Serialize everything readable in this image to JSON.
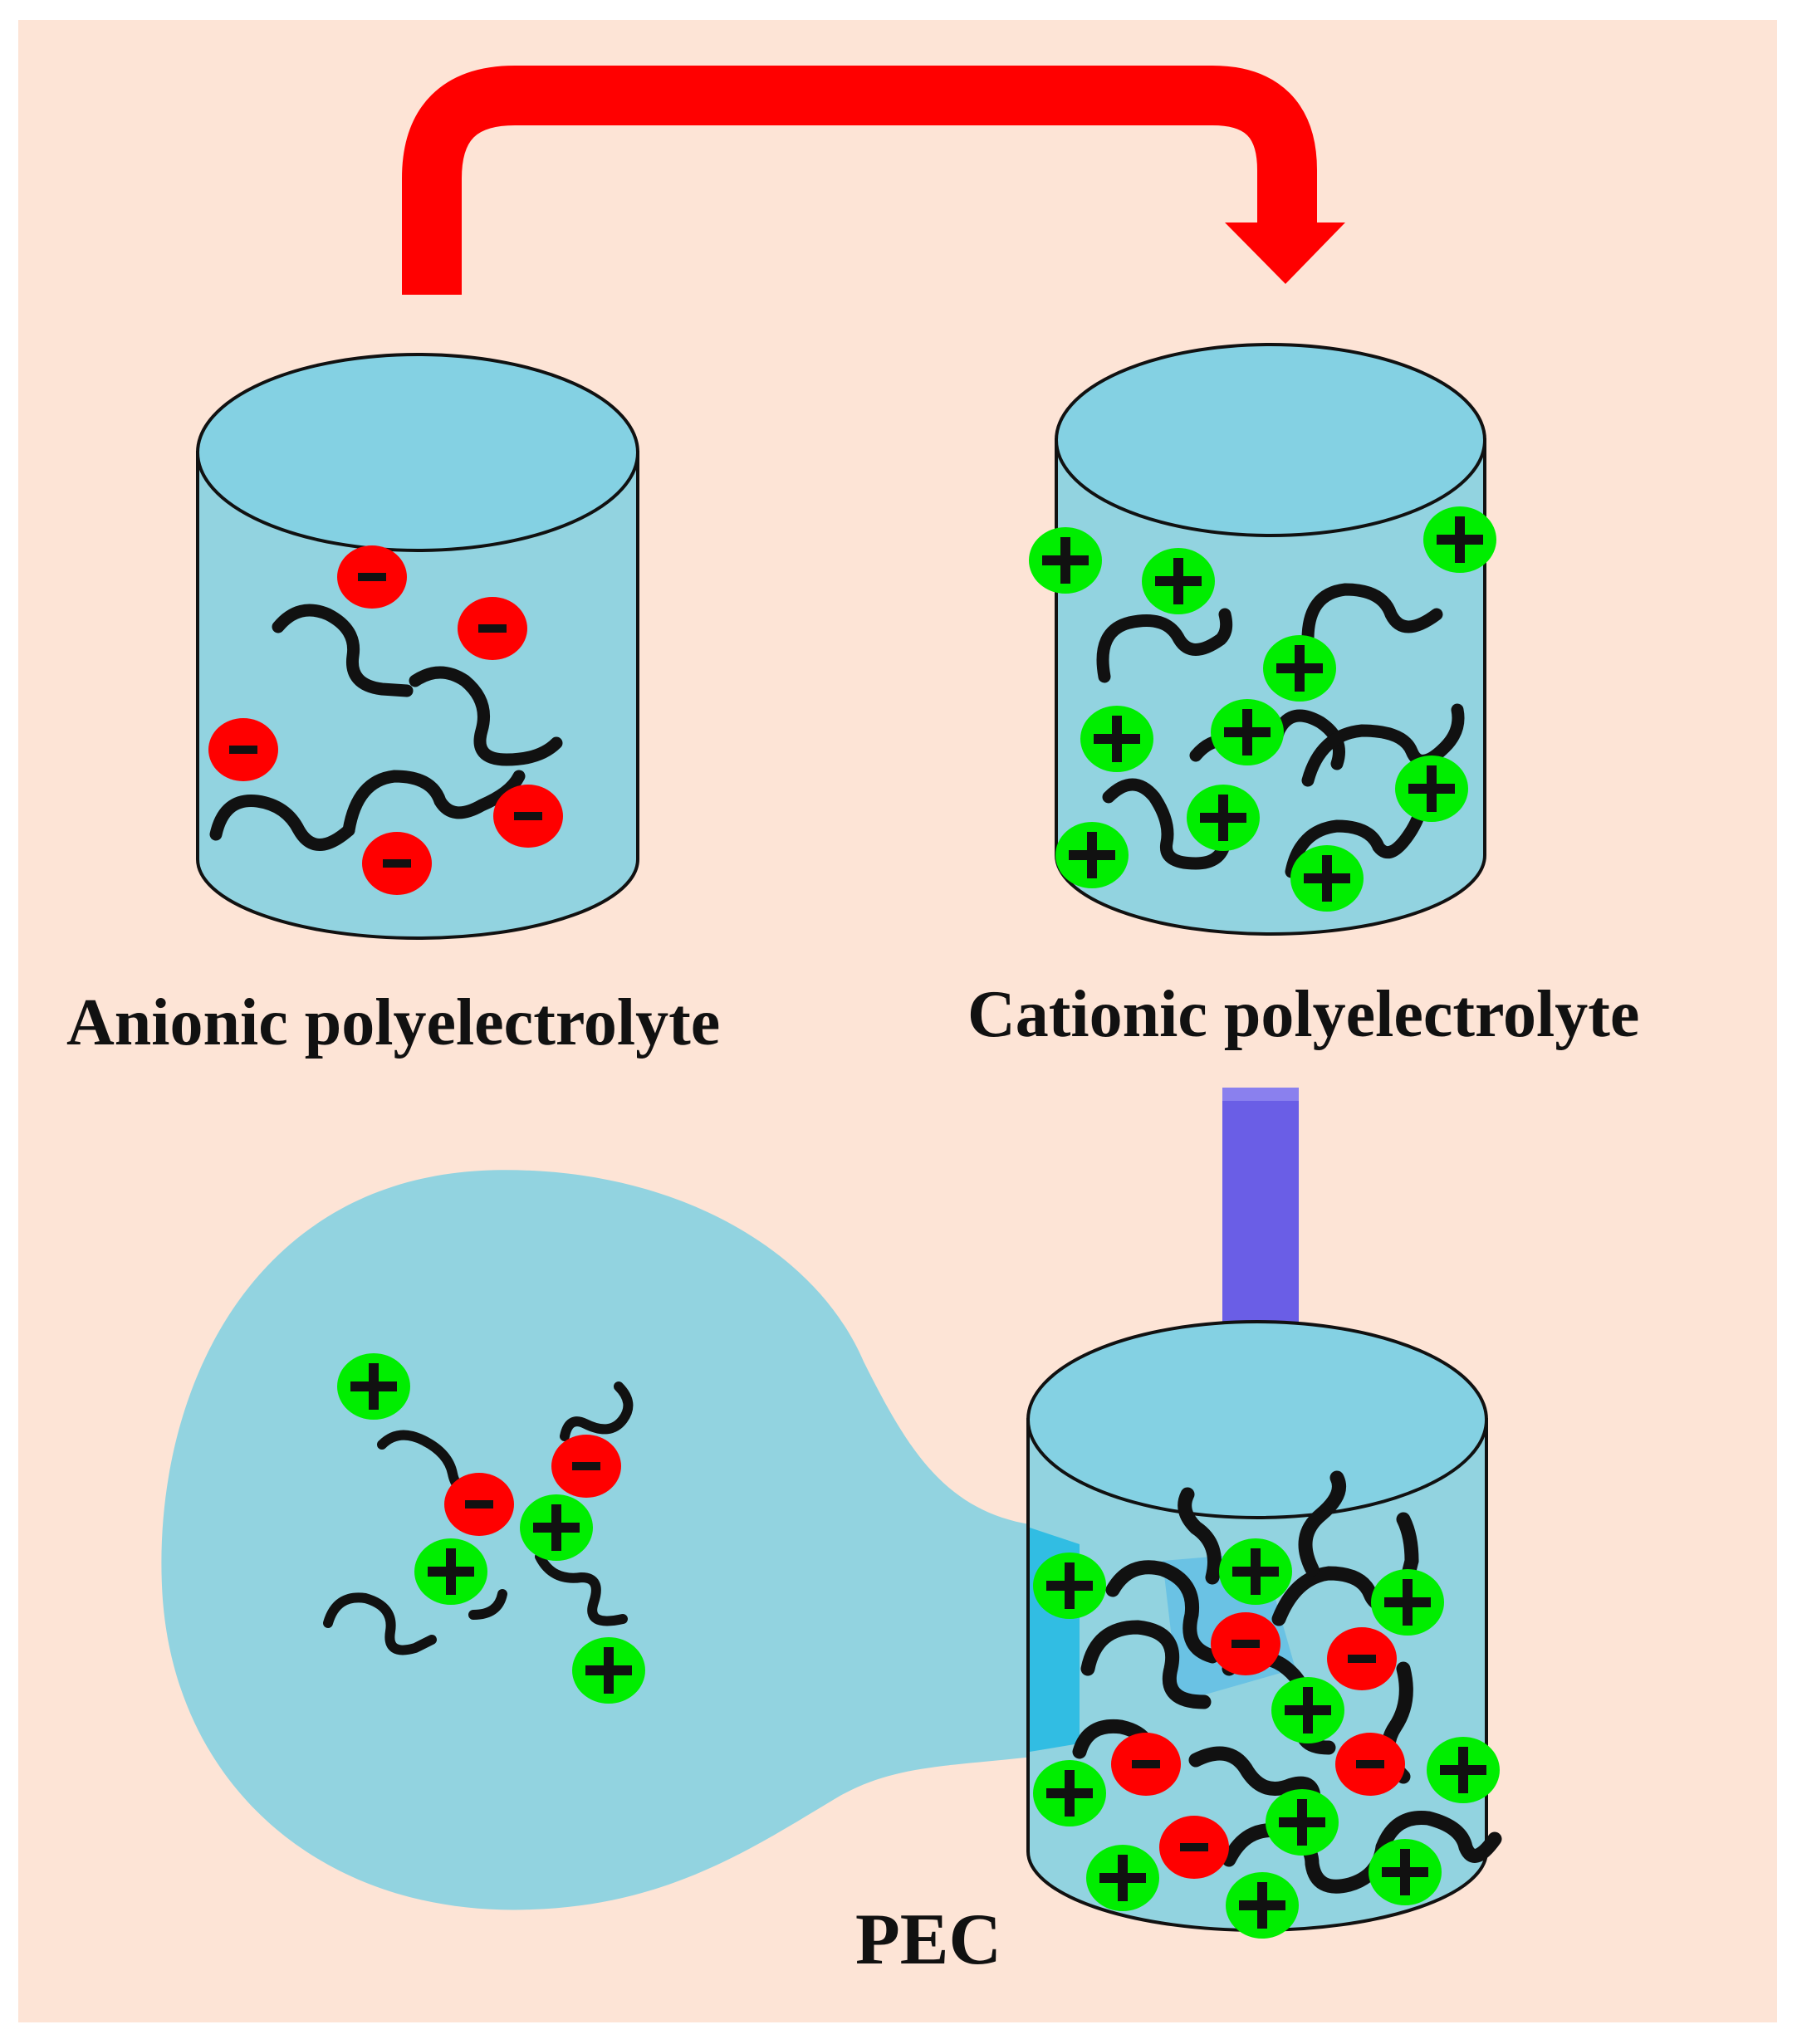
{
  "diagram": {
    "labels": {
      "anionic": "Anionic  polyelectrolyte",
      "cationic": "Cationic  polyelectrolyte",
      "pec": "PEC"
    },
    "symbols": {
      "negative": "−",
      "positive": "+"
    },
    "colors": {
      "background": "#fde4d6",
      "liquid": "#92d3e0",
      "liquid_top": "#84d1e3",
      "anion": "#ff0000",
      "cation": "#00ee00",
      "chain": "#000000",
      "transfer_arrow": "#ff0000",
      "mix_arrow": "#6a5ee6"
    },
    "icons": [
      "beaker-icon",
      "negative-ion-icon",
      "positive-ion-icon",
      "polymer-chain-icon",
      "arrow-icon"
    ]
  }
}
